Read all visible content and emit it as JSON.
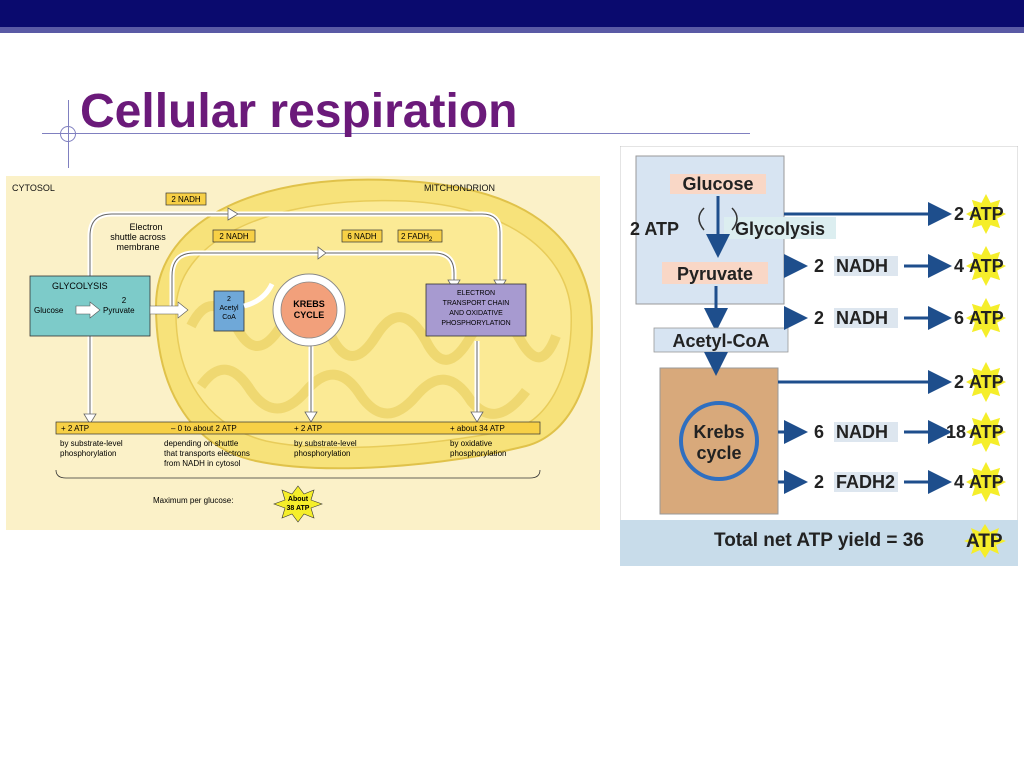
{
  "slide": {
    "title": "Cellular respiration"
  },
  "left_diagram": {
    "cytosol": "CYTOSOL",
    "mitochondrion": "MITCHONDRION",
    "nadh_top": "2 NADH",
    "electron_shuttle": [
      "Electron",
      "shuttle across",
      "membrane"
    ],
    "nadh_2": "2 NADH",
    "nadh_6": "6 NADH",
    "fadh_2": "2 FADH",
    "fadh_sub": "2",
    "glycolysis": "GLYCOLYSIS",
    "glucose": "Glucose",
    "two": "2",
    "pyruvate": "Pyruvate",
    "acetyl": [
      "2",
      "Acetyl",
      "CoA"
    ],
    "krebs": [
      "KREBS",
      "CYCLE"
    ],
    "etc": [
      "ELECTRON",
      "TRANSPORT CHAIN",
      "AND OXIDATIVE",
      "PHOSPHORYLATION"
    ],
    "yields": [
      "+ 2  ATP",
      "– 0 to about 2 ATP",
      "+ 2  ATP",
      "+ about 34  ATP"
    ],
    "yield_notes": [
      [
        "by substrate-level",
        "phosphorylation"
      ],
      [
        "depending on shuttle",
        "that transports electrons",
        "from NADH in cytosol"
      ],
      [
        "by substrate-level",
        "phosphorylation"
      ],
      [
        "by oxidative",
        "phosphorylation"
      ]
    ],
    "max_label": "Maximum per glucose:",
    "about": [
      "About",
      "38 ATP"
    ]
  },
  "right_diagram": {
    "glucose": "Glucose",
    "glycolysis": "Glycolysis",
    "two_atp_left": "2",
    "atp_word": "ATP",
    "pyruvate": "Pyruvate",
    "acetyl_coa": "Acetyl-CoA",
    "krebs": [
      "Krebs",
      "cycle"
    ],
    "rows": [
      {
        "mid_num": "",
        "mid_label": "",
        "out_num": "2",
        "out_label": "ATP"
      },
      {
        "mid_num": "2",
        "mid_label": "NADH",
        "out_num": "4",
        "out_label": "ATP"
      },
      {
        "mid_num": "2",
        "mid_label": "NADH",
        "out_num": "6",
        "out_label": "ATP"
      },
      {
        "mid_num": "",
        "mid_label": "",
        "out_num": "2",
        "out_label": "ATP"
      },
      {
        "mid_num": "6",
        "mid_label": "NADH",
        "out_num": "18",
        "out_label": "ATP"
      },
      {
        "mid_num": "2",
        "mid_label": "FADH2",
        "out_num": "4",
        "out_label": "ATP"
      }
    ],
    "total": "Total net ATP yield = 36",
    "total_atp": "ATP"
  },
  "colors": {
    "title": "#6b1a7a",
    "arrow_blue": "#1e4e8c",
    "burst_yellow": "#f5ee2a",
    "mito_yellow": "#f7e27a"
  }
}
